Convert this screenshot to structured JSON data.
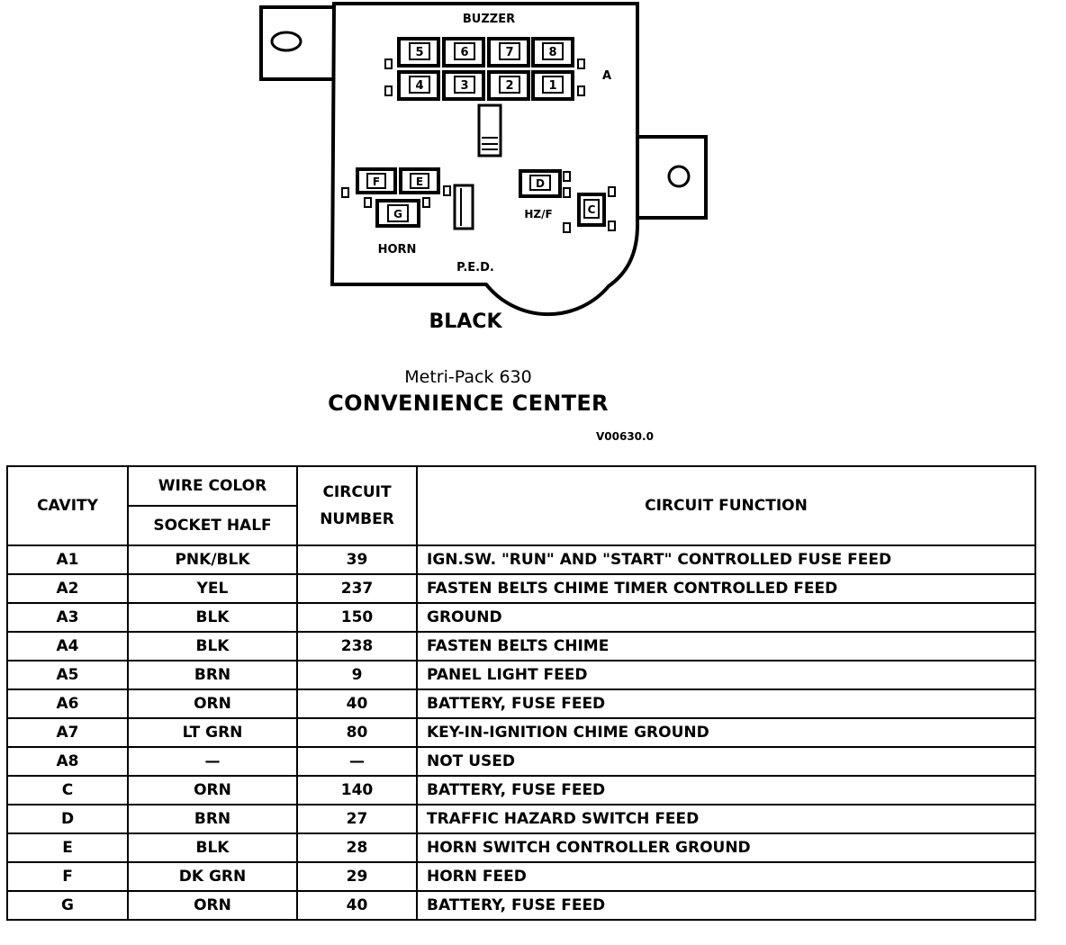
{
  "diagram": {
    "labels": {
      "buzzer": "BUZZER",
      "a": "A",
      "horn": "HORN",
      "ped": "P.E.D.",
      "hzf": "HZ/F",
      "color": "BLACK"
    },
    "cavities": {
      "row_top": [
        "5",
        "6",
        "7",
        "8"
      ],
      "row_bottom": [
        "4",
        "3",
        "2",
        "1"
      ],
      "f": "F",
      "e": "E",
      "g": "G",
      "d": "D",
      "c": "C"
    }
  },
  "subtitle": "Metri-Pack 630",
  "title": "CONVENIENCE CENTER",
  "ref_code": "V00630.0",
  "table": {
    "headers": {
      "cavity": "CAVITY",
      "wire_color": "WIRE COLOR",
      "socket_half": "SOCKET HALF",
      "circuit_number": "CIRCUIT NUMBER",
      "circuit_function": "CIRCUIT FUNCTION"
    },
    "rows": [
      {
        "cavity": "A1",
        "wire": "PNK/BLK",
        "circuit": "39",
        "function": "IGN.SW. \"RUN\" AND \"START\" CONTROLLED FUSE FEED"
      },
      {
        "cavity": "A2",
        "wire": "YEL",
        "circuit": "237",
        "function": "FASTEN BELTS CHIME TIMER CONTROLLED FEED"
      },
      {
        "cavity": "A3",
        "wire": "BLK",
        "circuit": "150",
        "function": "GROUND"
      },
      {
        "cavity": "A4",
        "wire": "BLK",
        "circuit": "238",
        "function": "FASTEN BELTS CHIME"
      },
      {
        "cavity": "A5",
        "wire": "BRN",
        "circuit": "9",
        "function": "PANEL LIGHT FEED"
      },
      {
        "cavity": "A6",
        "wire": "ORN",
        "circuit": "40",
        "function": "BATTERY, FUSE FEED"
      },
      {
        "cavity": "A7",
        "wire": "LT GRN",
        "circuit": "80",
        "function": "KEY-IN-IGNITION CHIME GROUND"
      },
      {
        "cavity": "A8",
        "wire": "—",
        "circuit": "—",
        "function": "NOT USED"
      },
      {
        "cavity": "C",
        "wire": "ORN",
        "circuit": "140",
        "function": "BATTERY, FUSE FEED"
      },
      {
        "cavity": "D",
        "wire": "BRN",
        "circuit": "27",
        "function": "TRAFFIC HAZARD SWITCH FEED"
      },
      {
        "cavity": "E",
        "wire": "BLK",
        "circuit": "28",
        "function": "HORN SWITCH CONTROLLER GROUND"
      },
      {
        "cavity": "F",
        "wire": "DK GRN",
        "circuit": "29",
        "function": "HORN FEED"
      },
      {
        "cavity": "G",
        "wire": "ORN",
        "circuit": "40",
        "function": "BATTERY, FUSE FEED"
      }
    ]
  }
}
